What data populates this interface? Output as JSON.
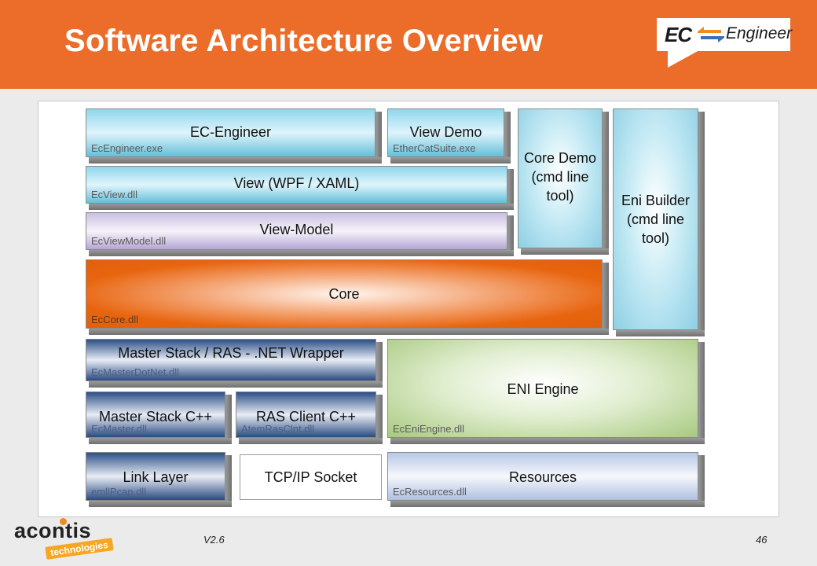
{
  "slide": {
    "title": "Software Architecture Overview",
    "version": "V2.6",
    "page_number": "46"
  },
  "logo": {
    "prefix": "EC",
    "suffix": "Engineer",
    "arrow_colors": [
      "#f28c1e",
      "#3c6fb6"
    ]
  },
  "footer_logo": {
    "name": "acontis",
    "tagline": "technologies"
  },
  "colors": {
    "header": "#ec6c29",
    "core": "#e8650f",
    "cyan": "#8fd6ec",
    "navy": "#2c4f86",
    "green": "#a7c97f",
    "lilac": "#cabfe1"
  },
  "blocks": {
    "ec_engineer": {
      "name": "EC-Engineer",
      "file": "EcEngineer.exe"
    },
    "view_demo": {
      "name": "View Demo",
      "file": "EtherCatSuite.exe"
    },
    "core_demo": {
      "name": "Core Demo (cmd line tool)"
    },
    "eni_builder": {
      "name": "Eni Builder (cmd line tool)"
    },
    "view": {
      "name": "View (WPF / XAML)",
      "file": "EcView.dll"
    },
    "view_model": {
      "name": "View-Model",
      "file": "EcViewModel.dll"
    },
    "core": {
      "name": "Core",
      "file": "EcCore.dll"
    },
    "master_wrapper": {
      "name": "Master Stack / RAS - .NET Wrapper",
      "file": "EcMasterDotNet.dll"
    },
    "eni_engine": {
      "name": "ENI Engine",
      "file": "EcEniEngine.dll"
    },
    "master_cpp": {
      "name": "Master Stack C++",
      "file": "EcMaster.dll"
    },
    "ras_client": {
      "name": "RAS Client C++",
      "file": "AtemRasClnt.dll"
    },
    "link_layer": {
      "name": "Link Layer",
      "file": "emllPcap.dll"
    },
    "tcpip": {
      "name": "TCP/IP Socket"
    },
    "resources": {
      "name": "Resources",
      "file": "EcResources.dll"
    }
  }
}
